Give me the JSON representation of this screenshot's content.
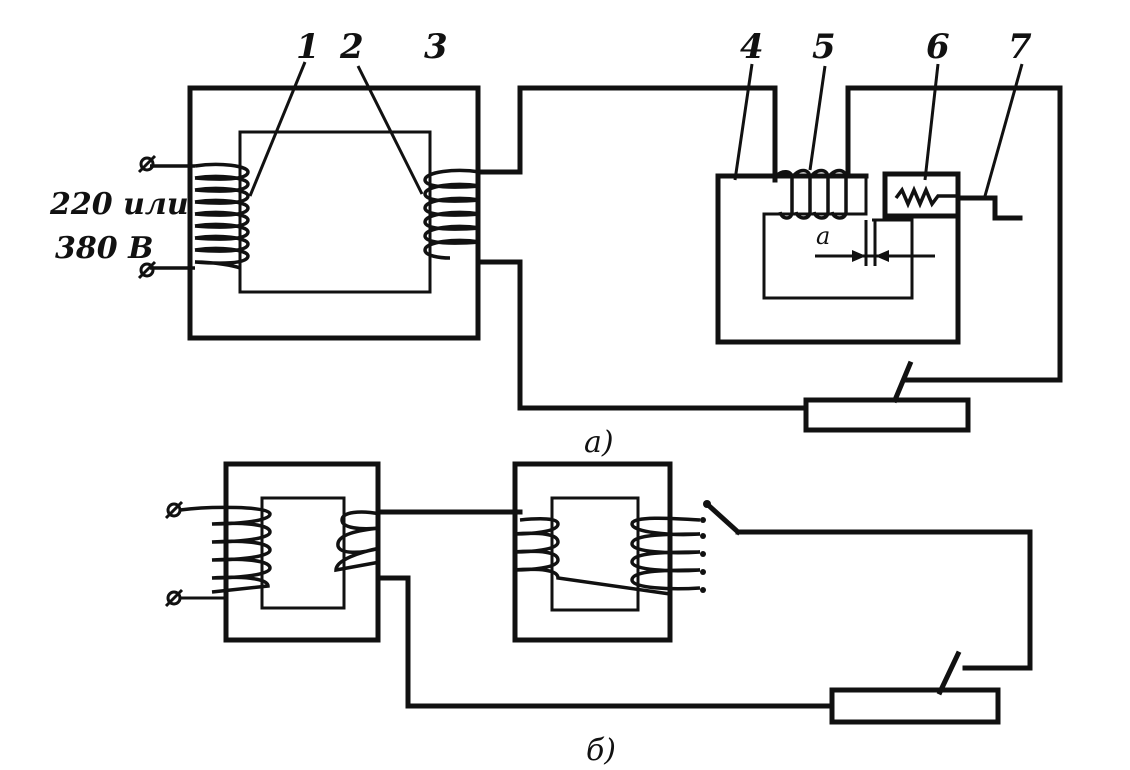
{
  "labels": {
    "n1": "1",
    "n2": "2",
    "n3": "3",
    "n4": "4",
    "n5": "5",
    "n6": "6",
    "n7": "7",
    "voltage_line1": "220 или",
    "voltage_line2": "380 В",
    "gap": "a",
    "caption_a": "а)",
    "caption_b": "б)"
  }
}
